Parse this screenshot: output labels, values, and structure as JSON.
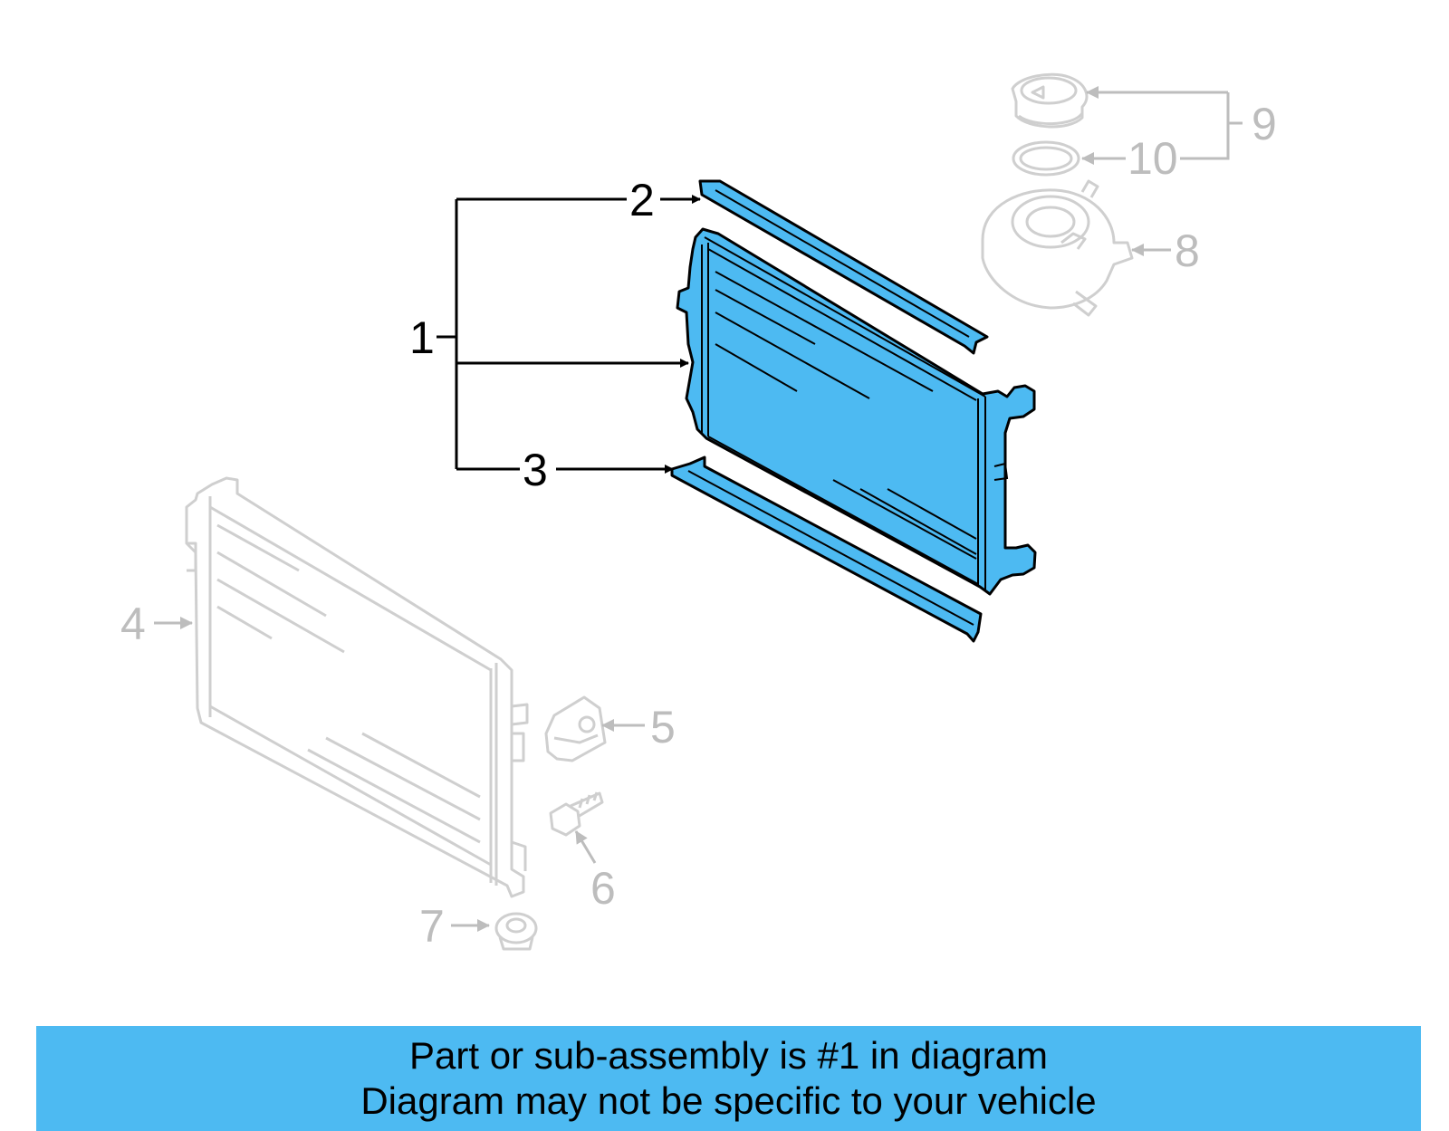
{
  "colors": {
    "highlight": "#4dbaf2",
    "ghost_part": "#cfcfcf",
    "active_callout": "#000000",
    "muted_callout": "#bdbdbd",
    "banner_background": "#4dbaf2"
  },
  "callouts": {
    "c1": "1",
    "c2": "2",
    "c3": "3",
    "c4": "4",
    "c5": "5",
    "c6": "6",
    "c7": "7",
    "c8": "8",
    "c9": "9",
    "c10": "10"
  },
  "highlighted_callouts": [
    "1",
    "2",
    "3"
  ],
  "banner": {
    "line1": "Part or sub-assembly is #1 in diagram",
    "line2": "Diagram may not be specific to your vehicle"
  }
}
